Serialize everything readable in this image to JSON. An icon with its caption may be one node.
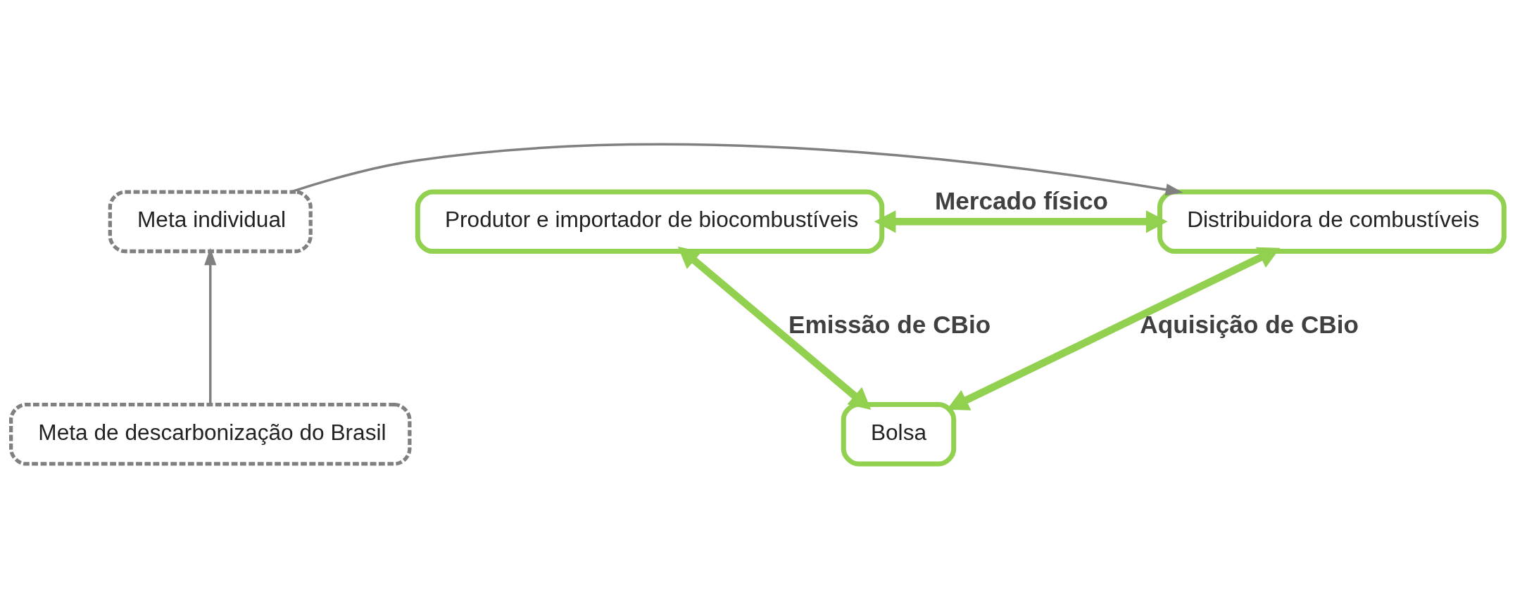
{
  "diagram": {
    "nodes": [
      {
        "text": [
          "Produtor e importador de biocombustíveis"
        ]
      },
      {
        "text": [
          "Distribuidora de combustíveis"
        ]
      },
      {
        "text": [
          "Meta individual"
        ]
      },
      {
        "text": [
          "Meta de descarbonização do Brasil"
        ]
      },
      {
        "text": [
          "Bolsa"
        ]
      }
    ],
    "edges": [
      {
        "from": 0,
        "to": 1,
        "arrow": "both",
        "label": "Mercado físico"
      },
      {
        "from": 0,
        "to": 4,
        "arrow": "both",
        "label": "Emissão de CBio"
      },
      {
        "from": 1,
        "to": 4,
        "arrow": "both",
        "label": "Aquisição de CBio"
      },
      {
        "from": 3,
        "to": 2,
        "arrow": "to",
        "color": "#808080"
      },
      {
        "from": 2,
        "to": 1,
        "arrow": "to",
        "color": "#808080"
      }
    ]
  }
}
